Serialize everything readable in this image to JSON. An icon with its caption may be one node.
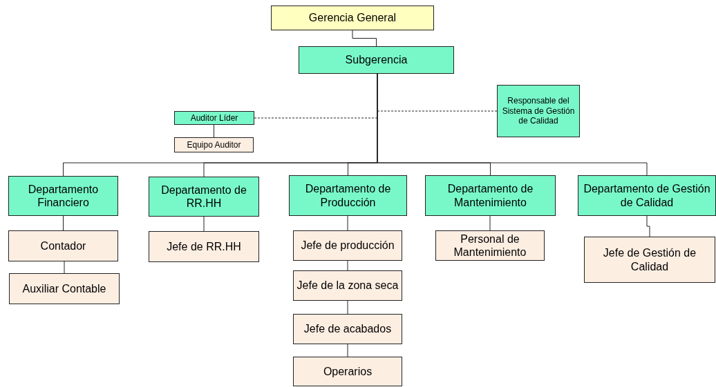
{
  "diagram": {
    "nodes": [
      {
        "text": [
          "Gerencia General"
        ]
      },
      {
        "text": [
          "Subgerencia"
        ]
      },
      {
        "text": [
          "Auditor Líder"
        ]
      },
      {
        "text": [
          "Equipo Auditor"
        ]
      },
      {
        "text": [
          "Responsable del Sistema de Gestión de Calidad"
        ]
      },
      {
        "text": [
          "Departamento Financiero"
        ]
      },
      {
        "text": [
          "Departamento de RR.HH"
        ]
      },
      {
        "text": [
          "Departamento de Producción"
        ]
      },
      {
        "text": [
          "Departamento de Mantenimiento"
        ]
      },
      {
        "text": [
          "Departamento de Gestión de Calidad"
        ]
      },
      {
        "text": [
          "Contador"
        ]
      },
      {
        "text": [
          "Auxiliar Contable"
        ]
      },
      {
        "text": [
          "Jefe de RR.HH"
        ]
      },
      {
        "text": [
          "Jefe de producción"
        ]
      },
      {
        "text": [
          "Jefe de la zona seca"
        ]
      },
      {
        "text": [
          "Jefe de acabados"
        ]
      },
      {
        "text": [
          "Operarios"
        ]
      },
      {
        "text": [
          "Personal de Mantenimiento"
        ]
      },
      {
        "text": [
          "Jefe de Gestión de Calidad"
        ]
      }
    ],
    "edges": [
      {
        "from": 0,
        "to": 1,
        "arrow": "none"
      },
      {
        "from": 1,
        "to": 5,
        "arrow": "none"
      },
      {
        "from": 1,
        "to": 6,
        "arrow": "none"
      },
      {
        "from": 1,
        "to": 7,
        "arrow": "none"
      },
      {
        "from": 1,
        "to": 8,
        "arrow": "none"
      },
      {
        "from": 1,
        "to": 9,
        "arrow": "none"
      },
      {
        "from": 2,
        "to": 1,
        "arrow": "none",
        "style": "dashed"
      },
      {
        "from": 4,
        "to": 1,
        "arrow": "none",
        "style": "dashed"
      },
      {
        "from": 2,
        "to": 3,
        "arrow": "none"
      },
      {
        "from": 5,
        "to": 10,
        "arrow": "none"
      },
      {
        "from": 10,
        "to": 11,
        "arrow": "none"
      },
      {
        "from": 6,
        "to": 12,
        "arrow": "none"
      },
      {
        "from": 7,
        "to": 13,
        "arrow": "none"
      },
      {
        "from": 13,
        "to": 14,
        "arrow": "none"
      },
      {
        "from": 14,
        "to": 15,
        "arrow": "none"
      },
      {
        "from": 15,
        "to": 16,
        "arrow": "none"
      },
      {
        "from": 8,
        "to": 17,
        "arrow": "none"
      },
      {
        "from": 9,
        "to": 18,
        "arrow": "none"
      }
    ]
  }
}
